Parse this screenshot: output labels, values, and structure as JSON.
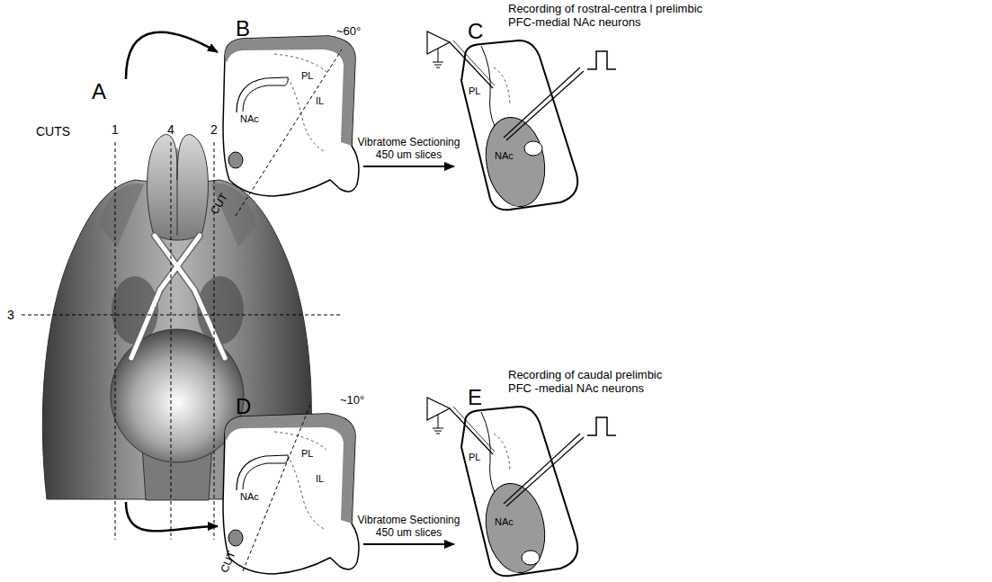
{
  "diagram": {
    "nodes": [
      {
        "text": [
          "A"
        ]
      },
      {
        "text": [
          "B",
          "PL",
          "IL",
          "NAc"
        ]
      },
      {
        "text": [
          "C",
          "Recording of rostral-centra l prelimbic PFC-medial NAc neurons",
          "PL",
          "NAc"
        ]
      },
      {
        "text": [
          "D",
          "PL",
          "IL",
          "NAc"
        ]
      },
      {
        "text": [
          "E",
          "Recording of caudal prelimbic PFC -medial NAc neurons",
          "PL",
          "NAc"
        ]
      }
    ],
    "edges": [
      {
        "from": 0,
        "to": 1,
        "arrow": "to"
      },
      {
        "from": 1,
        "to": 2,
        "label": "Vibratome Sectioning 450 um slices",
        "arrow": "to"
      },
      {
        "from": 0,
        "to": 3,
        "arrow": "to"
      },
      {
        "from": 3,
        "to": 4,
        "label": "Vibratome Sectioning 450 um slices",
        "arrow": "to"
      }
    ],
    "labels": [
      "CUTS",
      "1",
      "4",
      "2",
      "3",
      "~60°",
      "CUT",
      "~10°",
      "CUT"
    ]
  }
}
